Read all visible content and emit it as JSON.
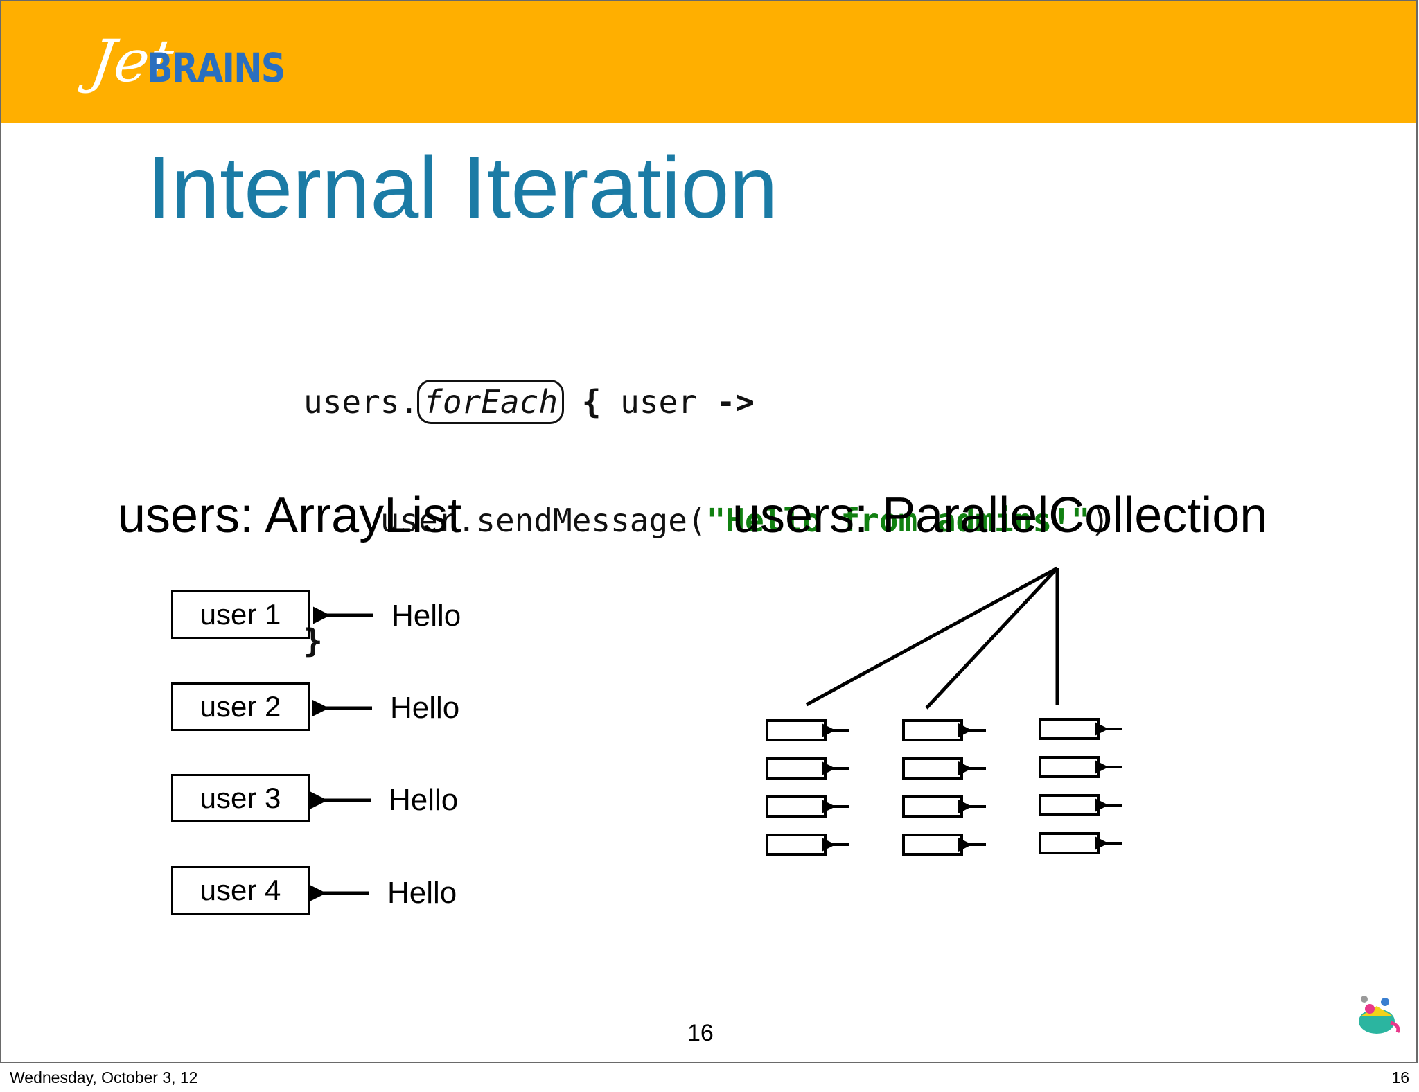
{
  "header": {
    "logo_script": "Jet",
    "logo_brains": "BRAINS"
  },
  "slide": {
    "title": "Internal Iteration",
    "page_number": "16"
  },
  "code": {
    "line1_pre": "users.",
    "line1_method": "forEach",
    "line1_brace": " {",
    "line1_post": " user ",
    "line1_arrow": "->",
    "line2_indent": "    user.sendMessage(",
    "line2_string": "\"Hello from admins!\"",
    "line2_close": ")",
    "line3": "}"
  },
  "left_panel": {
    "heading": "users: ArrayList",
    "items": [
      {
        "label": "user 1",
        "message": "Hello"
      },
      {
        "label": "user 2",
        "message": "Hello"
      },
      {
        "label": "user 3",
        "message": "Hello"
      },
      {
        "label": "user 4",
        "message": "Hello"
      }
    ]
  },
  "right_panel": {
    "heading": "users: ParallelCollection",
    "branches": 3,
    "items_per_branch": 4
  },
  "footer": {
    "date": "Wednesday, October 3, 12",
    "page": "16"
  },
  "colors": {
    "header_bg": "#ffaf00",
    "title": "#1b7ba5",
    "logo_blue": "#2a6fbf",
    "code_string": "#118011"
  }
}
